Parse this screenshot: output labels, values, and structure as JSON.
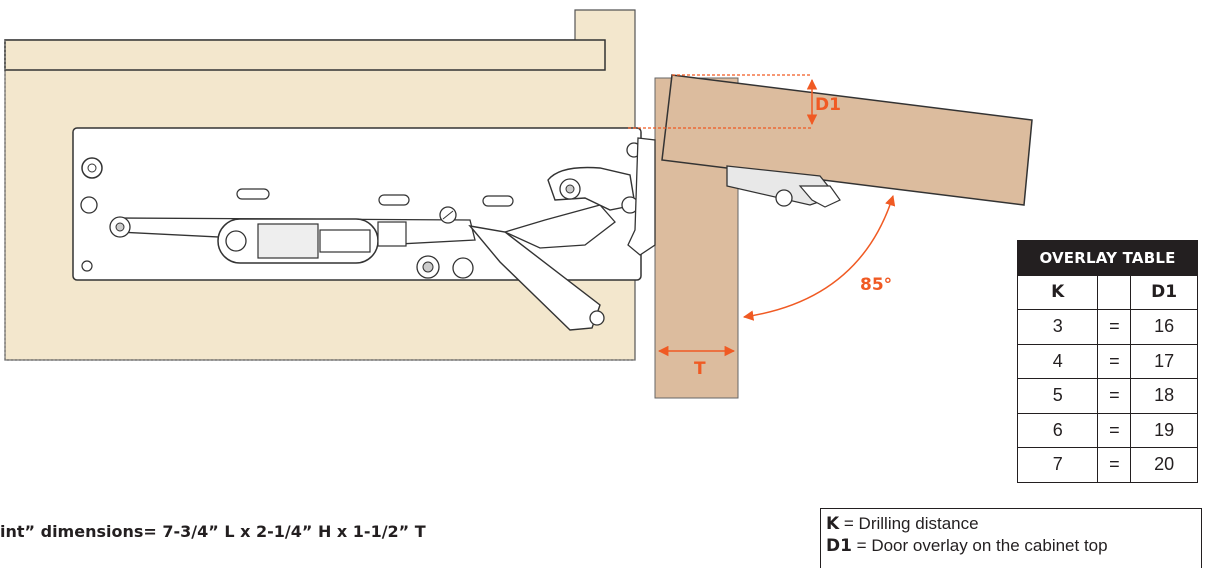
{
  "annotations": {
    "d1": "D1",
    "t": "T",
    "angle": "85°"
  },
  "overlay_table": {
    "title": "OVERLAY TABLE",
    "headers": [
      "K",
      "",
      "D1"
    ],
    "rows": [
      [
        "3",
        "=",
        "16"
      ],
      [
        "4",
        "=",
        "17"
      ],
      [
        "5",
        "=",
        "18"
      ],
      [
        "6",
        "=",
        "19"
      ],
      [
        "7",
        "=",
        "20"
      ]
    ]
  },
  "legend": {
    "items": [
      {
        "key": "K",
        "text": " = Drilling distance"
      },
      {
        "key": "D1",
        "text": " = Door overlay on the cabinet top"
      }
    ]
  },
  "footprint": "int” dimensions=  7-3/4” L x 2-1/4” H x 1-1/2” T",
  "colors": {
    "wood_light": "#f3e7cd",
    "wood_dark": "#dcbc9e",
    "accent": "#f05a23",
    "line": "#231f20"
  }
}
